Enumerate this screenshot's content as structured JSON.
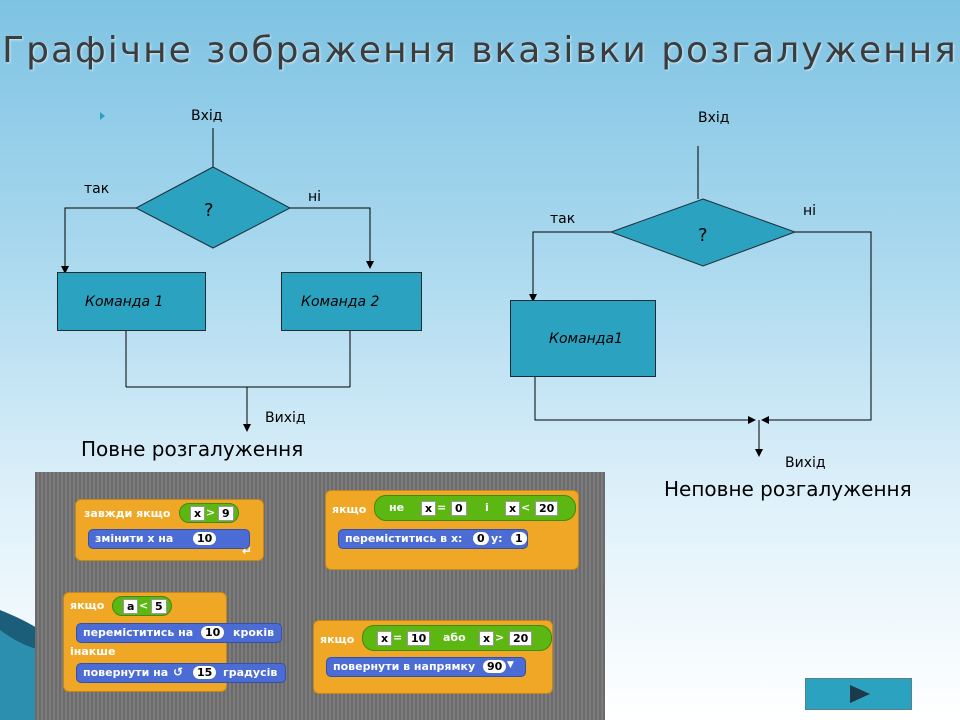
{
  "title": "Графічне зображення вказівки розгалуження",
  "full": {
    "input": "Вхід",
    "yes": "так",
    "no": "ні",
    "question": "?",
    "cmd1": "Команда 1",
    "cmd2": "Команда 2",
    "output": "Вихід",
    "caption": "Повне розгалуження"
  },
  "partial": {
    "input": "Вхід",
    "yes": "так",
    "no": "ні",
    "question": "?",
    "cmd1": "Команда1",
    "output": "Вихід",
    "caption": "Неповне розгалуження"
  },
  "scratch": {
    "b1": {
      "head": "завжди якщо",
      "var": "x",
      "op": ">",
      "val": "9",
      "cmd": "змінити х на",
      "cmdval": "10"
    },
    "b2": {
      "head": "якщо",
      "not": "не",
      "var1": "x",
      "eq": "=",
      "val1": "0",
      "and": "і",
      "var2": "x",
      "lt": "<",
      "val2": "20",
      "cmd": "переміститись в x:",
      "x": "0",
      "y_label": "y:",
      "y": "1"
    },
    "b3": {
      "head": "якщо",
      "var": "a",
      "op": "<",
      "val": "5",
      "cmd1": "переміститись на",
      "cmd1val": "10",
      "cmd1unit": "кроків",
      "else": "інакше",
      "cmd2": "повернути на",
      "cmd2val": "15",
      "cmd2unit": "градусів"
    },
    "b4": {
      "head": "якщо",
      "var1": "x",
      "eq": "=",
      "val1": "10",
      "or": "або",
      "var2": "x",
      "gt": ">",
      "val2": "20",
      "cmd": "повернути в напрямку",
      "dir": "90"
    }
  },
  "colors": {
    "box": "#2ba3c0",
    "control": "#f0a726",
    "motion": "#4a6cd4",
    "operator": "#5cb712"
  },
  "icons": {
    "next": "play-triangle-icon",
    "rotate": "rotate-icon",
    "loop": "loop-arrow-icon"
  }
}
